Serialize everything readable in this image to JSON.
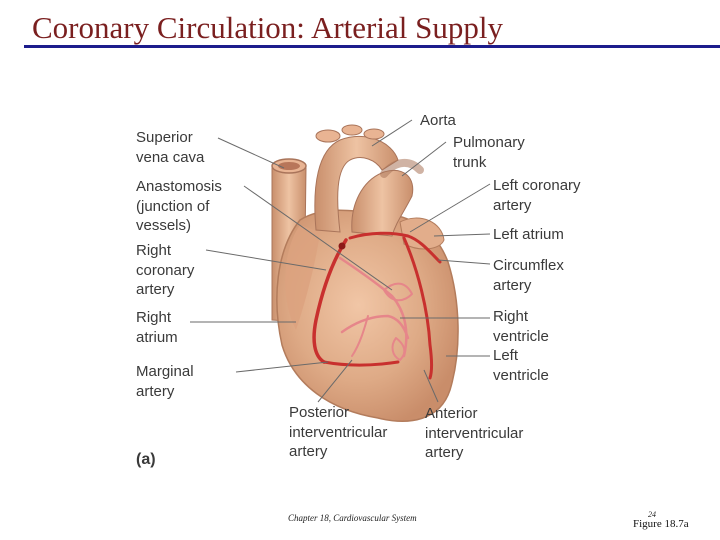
{
  "title": "Coronary Circulation: Arterial Supply",
  "panel_letter": "(a)",
  "labels": {
    "superior_vena_cava": "Superior\nvena cava",
    "anastomosis": "Anastomosis\n(junction of\nvessels)",
    "right_coronary_artery": "Right\ncoronary\nartery",
    "right_atrium": "Right\natrium",
    "marginal_artery": "Marginal\nartery",
    "posterior_interventricular_artery": "Posterior\ninterventricular\nartery",
    "anterior_interventricular_artery": "Anterior\ninterventricular\nartery",
    "aorta": "Aorta",
    "pulmonary_trunk": "Pulmonary\ntrunk",
    "left_coronary_artery": "Left coronary\nartery",
    "left_atrium": "Left atrium",
    "circumflex_artery": "Circumflex\nartery",
    "right_ventricle": "Right\nventricle",
    "left_ventricle": "Left\nventricle"
  },
  "footer": {
    "chapter": "Chapter 18, Cardiovascular System",
    "page": "24",
    "figure_ref": "Figure 18.7a"
  },
  "colors": {
    "title": "#7a1f1f",
    "rule": "#1c1c8c",
    "heart_tissue": "#d9a27e",
    "artery": "#c8302e"
  }
}
